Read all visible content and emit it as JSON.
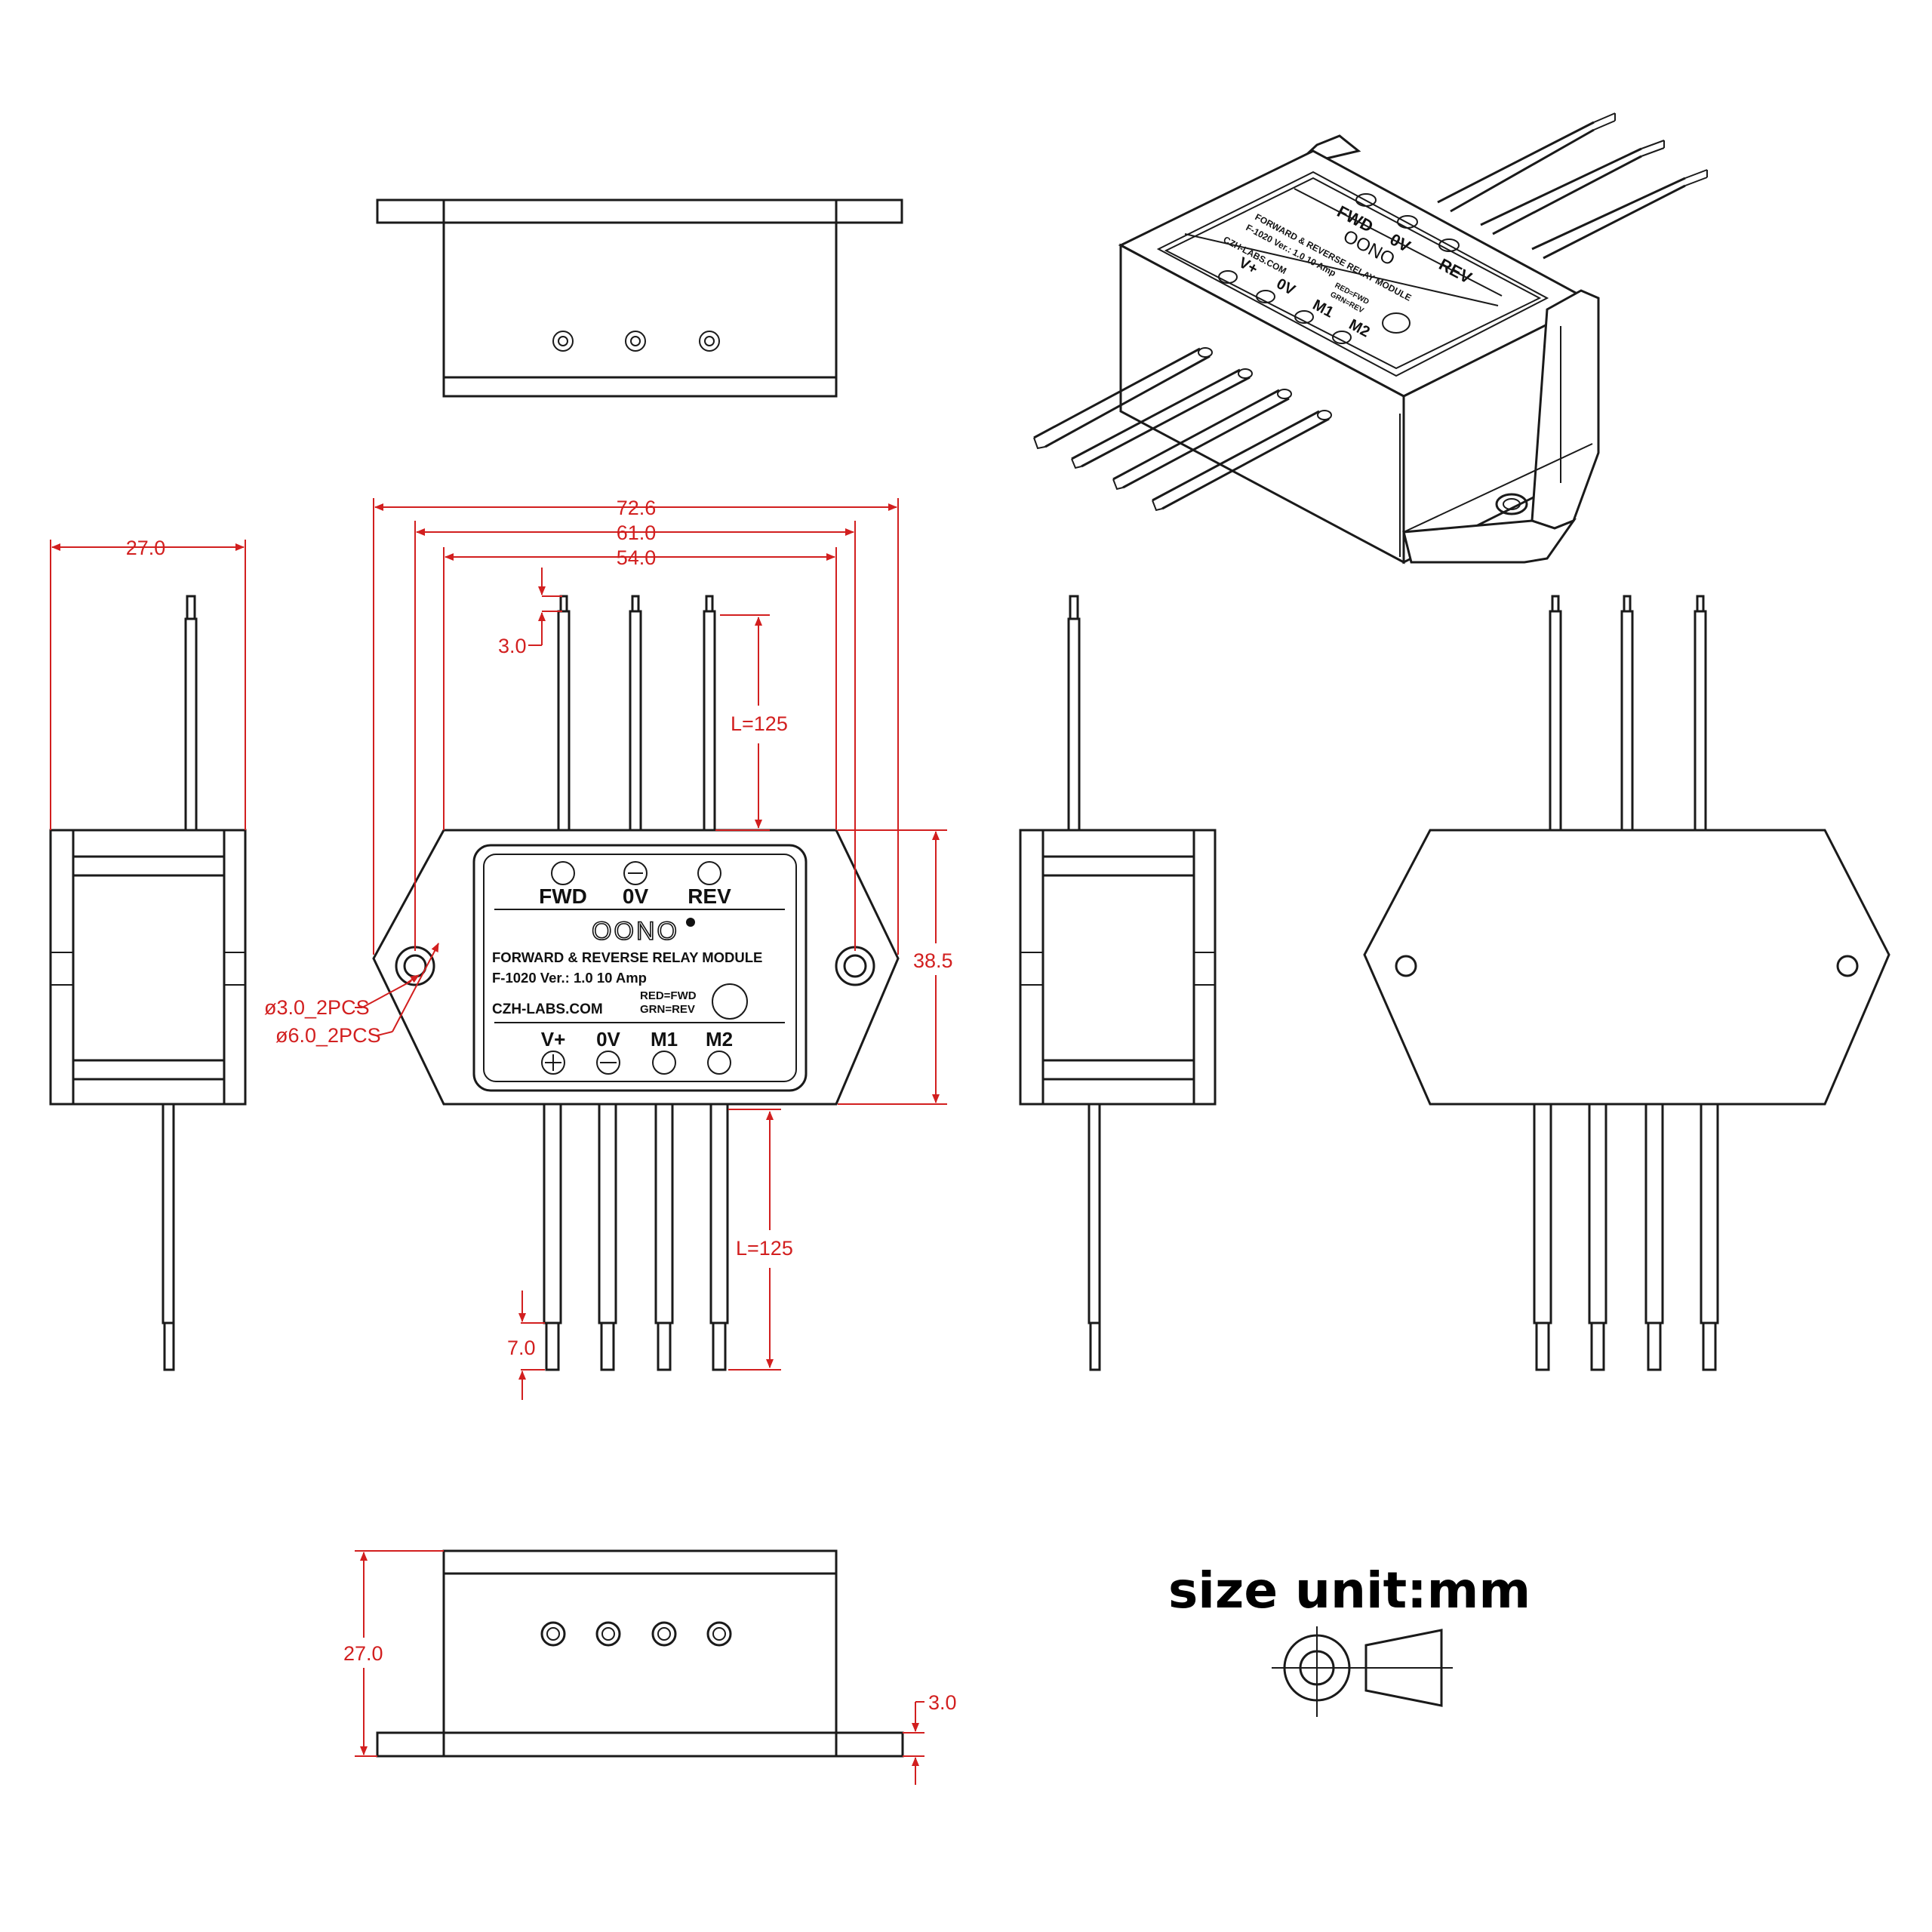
{
  "dimensions": {
    "overall_width": "72.6",
    "mount_hole_spacing": "61.0",
    "body_width": "54.0",
    "height": "38.5",
    "depth": "27.0",
    "depth_bottom": "27.0",
    "wire_strip_top": "3.0",
    "wire_strip_bottom": "7.0",
    "flange_thickness": "3.0",
    "wire_length_top": "L=125",
    "wire_length_bottom": "L=125",
    "hole_small": "ø3.0_2PCS",
    "hole_large": "ø6.0_2PCS"
  },
  "label": {
    "fwd": "FWD",
    "zero_v_top": "0V",
    "rev": "REV",
    "brand": "OONO",
    "title": "FORWARD & REVERSE RELAY MODULE",
    "model": "F-1020 Ver.: 1.0   10 Amp",
    "red_fwd": "RED=FWD",
    "grn_rev": "GRN=REV",
    "website": "CZH-LABS.COM",
    "v_plus": "V+",
    "zero_v_bottom": "0V",
    "m1": "M1",
    "m2": "M2"
  },
  "iso_label": {
    "fwd": "FWD",
    "zero_v": "0V",
    "rev": "REV",
    "brand": "OONO",
    "title": "FORWARD & REVERSE RELAY MODULE",
    "model": "F-1020 Ver.: 1.0   10 Amp",
    "red_fwd": "RED=FWD",
    "grn_rev": "GRN=REV",
    "website": "CZH-LABS.COM",
    "v_plus": "V+",
    "zero_v_b": "0V",
    "m1": "M1",
    "m2": "M2"
  },
  "units_note": "size unit:mm",
  "colors": {
    "outline": "#1a1a1a",
    "dimension": "#d21f1f"
  }
}
